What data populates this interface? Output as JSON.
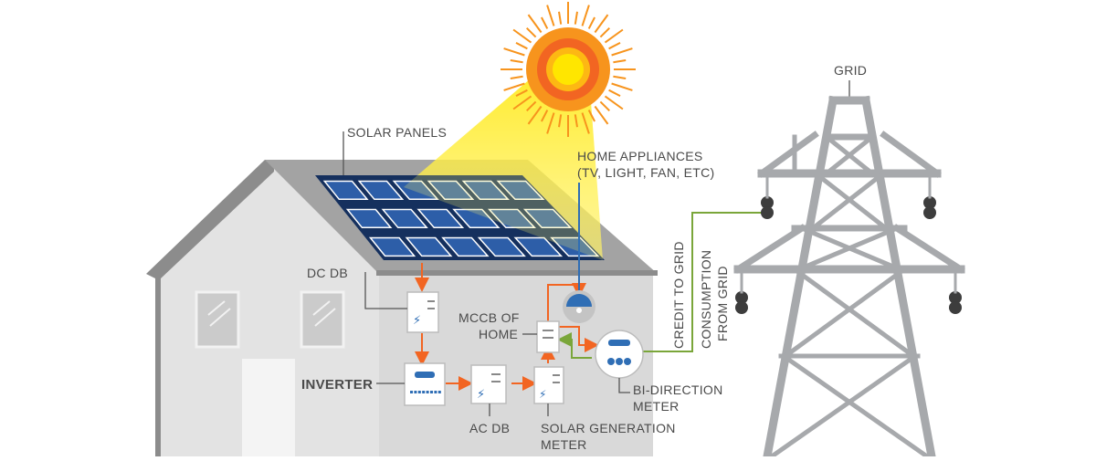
{
  "labels": {
    "solar_panels": "SOLAR PANELS",
    "home_appliances_line1": "HOME APPLIANCES",
    "home_appliances_line2": "(TV, LIGHT, FAN, ETC)",
    "grid": "GRID",
    "dc_db": "DC DB",
    "mccb_line1": "MCCB OF",
    "mccb_line2": "HOME",
    "inverter": "INVERTER",
    "ac_db": "AC DB",
    "solar_gen_line1": "SOLAR GENERATION",
    "solar_gen_line2": "METER",
    "bi_meter_line1": "BI-DIRECTION",
    "bi_meter_line2": "METER",
    "credit_to_grid": "CREDIT TO GRID",
    "consumption_line1": "CONSUMPTION",
    "consumption_line2": "FROM GRID"
  },
  "colors": {
    "house_wall": "#e3e3e3",
    "house_inner": "#d8d8d8",
    "roof": "#9a9a9a",
    "panel_frame": "#15305e",
    "panel_cell": "#2d5ea8",
    "sun_outer": "#f7941d",
    "sun_mid": "#f26522",
    "sun_core": "#ffe600",
    "beam": "#ffe600",
    "flow_dc": "#f26522",
    "flow_grid": "#7aa63a",
    "tower": "#a7a9ac",
    "device_accent": "#2f6eb5",
    "label_text": "#4a4a4a"
  }
}
